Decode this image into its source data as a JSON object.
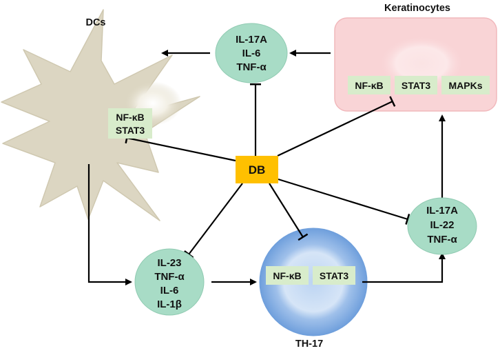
{
  "cells": {
    "dcs": {
      "title": "DCs",
      "factors": [
        "NF-κB",
        "STAT3"
      ]
    },
    "keratinocytes": {
      "title": "Keratinocytes",
      "factors": [
        "NF-κB",
        "STAT3",
        "MAPKs"
      ]
    },
    "th17": {
      "title": "TH-17",
      "factors": [
        "NF-κB",
        "STAT3"
      ]
    }
  },
  "drug": {
    "label": "DB"
  },
  "cytokines": {
    "top": [
      "IL-17A",
      "IL-6",
      "TNF-α"
    ],
    "bottom_left": [
      "IL-23",
      "TNF-α",
      "IL-6",
      "IL-1β"
    ],
    "right": [
      "IL-17A",
      "IL-22",
      "TNF-α"
    ]
  },
  "colors": {
    "cytokine_fill": "#a8dcc6",
    "factor_box": "#d8eccb",
    "drug_box": "#ffc000",
    "dc_body": "#dcd6c2",
    "keratinocyte_fill": "#f9d4d6",
    "th17_fill": "#8fb7e6",
    "line": "#000000"
  }
}
